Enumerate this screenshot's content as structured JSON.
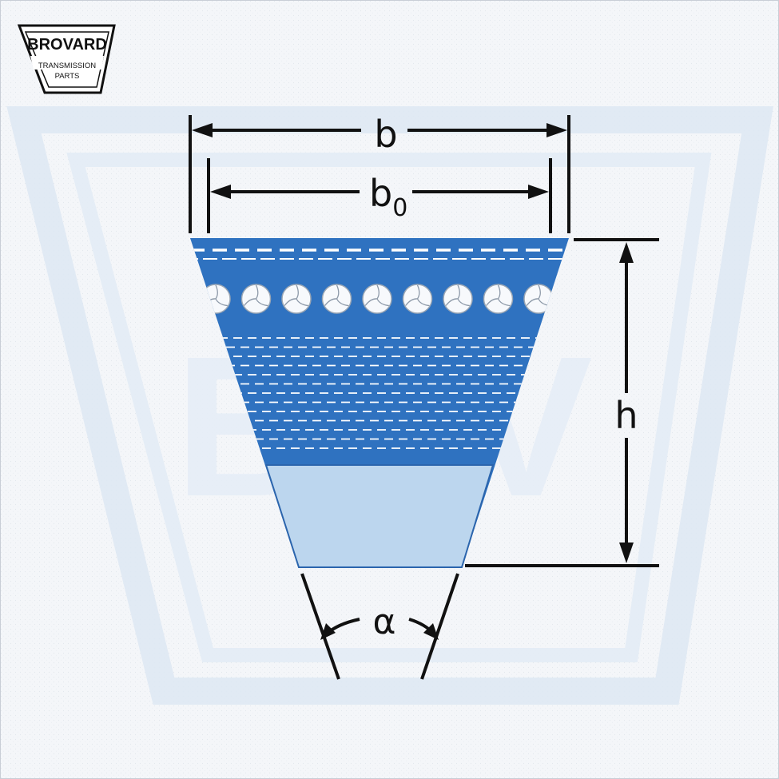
{
  "logo": {
    "brand": "BROVARD",
    "line1": "TRANSMISSION",
    "line2": "PARTS"
  },
  "dimensions": {
    "top_width": "b",
    "pitch_width_base": "b",
    "pitch_width_sub": "0",
    "height": "h",
    "angle": "α"
  },
  "colors": {
    "belt_blue": "#2f72c0",
    "base_light": "#bcd6ee",
    "stroke": "#111111",
    "watermark": "#dfe9f4",
    "background": "#f4f6f9"
  },
  "belt": {
    "cord_count": 9,
    "icons": [
      "tension-cord-icon"
    ]
  }
}
